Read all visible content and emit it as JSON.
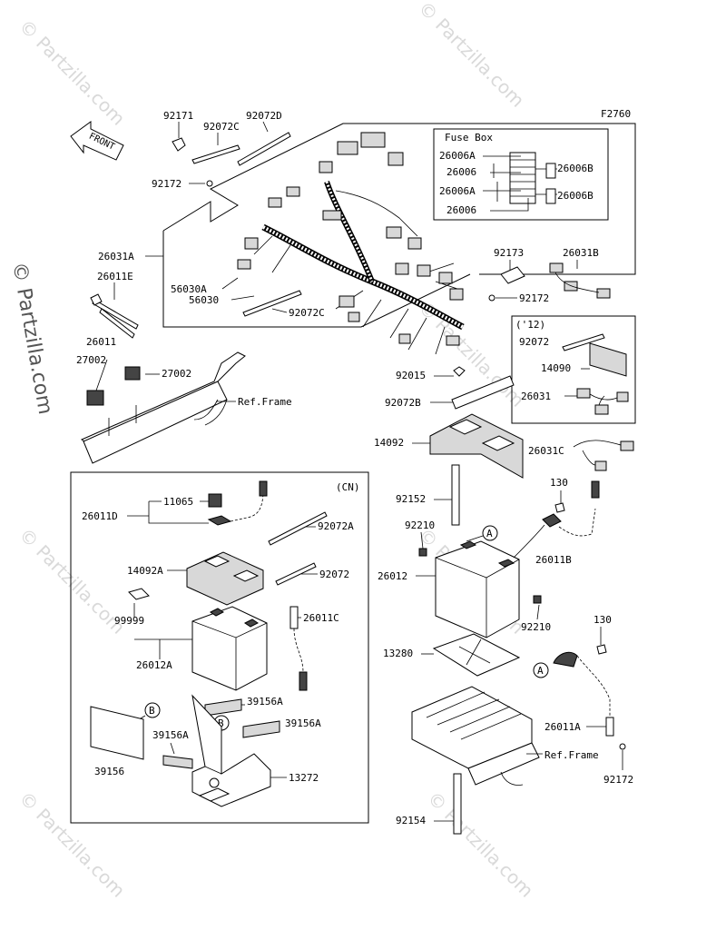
{
  "figure_code": "F2760",
  "watermark": "© Partzilla.com",
  "direction_tag": "FRONT",
  "fuse_box": {
    "title": "Fuse Box",
    "left_labels": [
      "26006A",
      "26006",
      "26006A",
      "26006"
    ],
    "right_labels": [
      "26006B",
      "26006B"
    ]
  },
  "cn_group": {
    "title": "(CN)"
  },
  "variant_12": {
    "title": "('12)"
  },
  "callouts": [
    "A",
    "A",
    "B",
    "B"
  ],
  "labels": {
    "p92171": "92171",
    "p92072C_top": "92072C",
    "p92072D": "92072D",
    "p92172_top": "92172",
    "p26031A": "26031A",
    "p26011E": "26011E",
    "p56030A": "56030A",
    "p56030": "56030",
    "p92072C_bot": "92072C",
    "p26011": "26011",
    "p27002_left": "27002",
    "p27002_right": "27002",
    "ref_frame_1": "Ref.Frame",
    "p92173": "92173",
    "p26031B": "26031B",
    "p92172_mid": "92172",
    "p92072": "92072",
    "p14090": "14090",
    "p26031": "26031",
    "p92015": "92015",
    "p92072B": "92072B",
    "p14092": "14092",
    "p26031C": "26031C",
    "p92152": "92152",
    "p130_a": "130",
    "p92210_a": "92210",
    "p26011B": "26011B",
    "p26012": "26012",
    "p92210_b": "92210",
    "p130_b": "130",
    "p13280": "13280",
    "p26011A": "26011A",
    "ref_frame_2": "Ref.Frame",
    "p92172_bot": "92172",
    "p92154": "92154",
    "p11065": "11065",
    "p26011D": "26011D",
    "p92072A": "92072A",
    "p14092A": "14092A",
    "p92072_cn": "92072",
    "p99999": "99999",
    "p26011C": "26011C",
    "p26012A": "26012A",
    "p39156A_1": "39156A",
    "p39156A_2": "39156A",
    "p39156A_3": "39156A",
    "p39156": "39156",
    "p13272": "13272"
  }
}
